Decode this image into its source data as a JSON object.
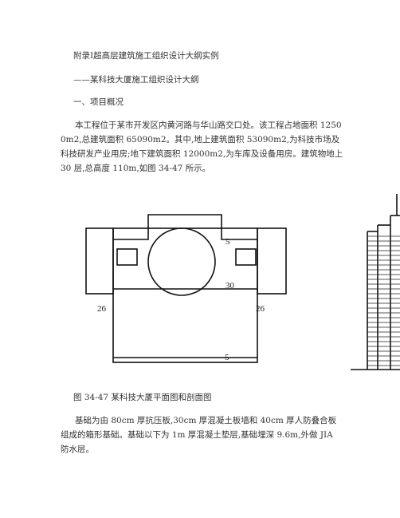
{
  "doc": {
    "title": "附录Ⅰ超高层建筑施工组织设计大纲实例",
    "subtitle": "——某科技大厦施工组织设计大纲",
    "section": "一、项目概况",
    "para1": "本工程位于某市开发区内黄河路与华山路交口处。该工程占地面积 12500m2,总建筑面积 65090m2。其中,地上建筑面积 53090m2,为科技市场及科技研发产业用房;地下建筑面积 12000m2,为车库及设备用房。建筑物地上 30 层,总高度 110m,如图 34-47 所示。",
    "figure_caption": "图 34-47 某科技大厦平面图和剖面图",
    "para2": "基础为由 80cm 厚抗压板,30cm 厚混凝土板墙和 40cm 厚人防叠合板组成的箱形基础。基础以下为 1m 厚混凝土垫层,基础埋深 9.6m,外做 JIA 防水层。"
  },
  "plan_labels": {
    "top": "5",
    "middle": "30",
    "left": "26",
    "right": "26",
    "bottom": "5"
  }
}
